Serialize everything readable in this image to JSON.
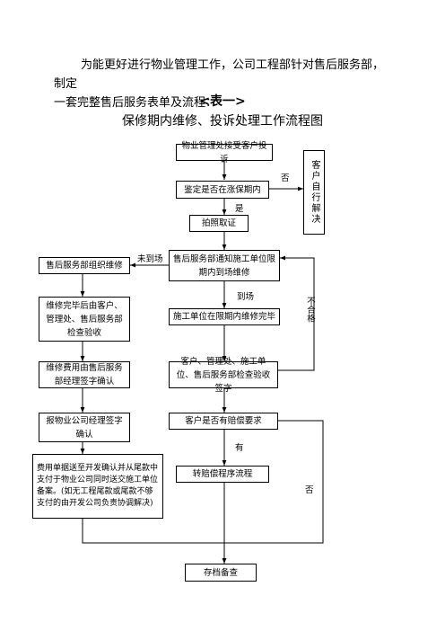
{
  "intro": {
    "line1": "为能更好进行物业管理工作，公司工程部针对售后服务部，制定",
    "line2": "一套完整售后服务表单及流程："
  },
  "table_label": "<表一>",
  "chart_title": "保修期内维修、投诉处理工作流程图",
  "nodes": {
    "receive_complaint": "物业管理处接受客户投诉",
    "check_warranty": "鉴定是否在涨保期内",
    "photo_evidence": "拍照取证",
    "client_self": "客户自行解决",
    "notify_unit": "售后服务部通知施工单位限期内到场维修",
    "aftersales_repair": "售后服务部组织维修",
    "unit_complete": "施工单位在限期内维修完毕",
    "repair_check_left": "维修完毕后由客户、管理处、售后服务部检查验收",
    "joint_check": "客户、管理处、施工单位、售后服务部检查验收签字",
    "cost_confirm": "维修费用由售后服务部经理签字确认",
    "claim_check": "客户是否有赔偿要求",
    "report_manager": "报物业公司经理签字确认",
    "billing_note": "费用单据送至开发确认并从尾款中支付于物业公司同时送交施工单位备案。(如无工程尾款或尾款不够支付的由开发公司负责协调解决)",
    "compensation": "转赔偿程序流程",
    "archive": "存档备查"
  },
  "edge_labels": {
    "no_1": "否",
    "yes_1": "是",
    "not_arrived": "未到场",
    "arrived": "到场",
    "failed": "不合格",
    "yes_2": "有",
    "no_2": "否"
  }
}
